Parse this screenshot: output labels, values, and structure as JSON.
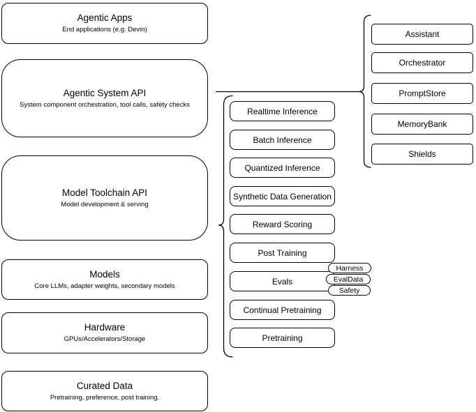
{
  "stack": {
    "items": [
      {
        "title": "Agentic Apps",
        "subtitle": "End applications (e.g. Devin)"
      },
      {
        "title": "Agentic System API",
        "subtitle": "System component orchestration, tool calls, safety checks"
      },
      {
        "title": "Model Toolchain API",
        "subtitle": "Model development & serving"
      },
      {
        "title": "Models",
        "subtitle": "Core LLMs, adapter weights, secondary models"
      },
      {
        "title": "Hardware",
        "subtitle": "GPUs/Accelerators/Storage"
      },
      {
        "title": "Curated Data",
        "subtitle": "Pretraining, preference, post training."
      }
    ]
  },
  "toolchain": {
    "items": [
      {
        "label": "Realtime Inference"
      },
      {
        "label": "Batch Inference"
      },
      {
        "label": "Quantized Inference"
      },
      {
        "label": "Synthetic Data Generation"
      },
      {
        "label": "Reward Scoring"
      },
      {
        "label": "Post Training"
      },
      {
        "label": "Evals"
      },
      {
        "label": "Continual Pretraining"
      },
      {
        "label": "Pretraining"
      }
    ]
  },
  "system": {
    "items": [
      {
        "label": "Assistant"
      },
      {
        "label": "Orchestrator"
      },
      {
        "label": "PromptStore"
      },
      {
        "label": "MemoryBank"
      },
      {
        "label": "Shields"
      }
    ]
  },
  "evals": {
    "pills": [
      {
        "label": "Harness"
      },
      {
        "label": "EvalData"
      },
      {
        "label": "Safety"
      }
    ]
  },
  "colors": {
    "line": "#000000",
    "fill": "#ffffff",
    "text": "#000000"
  }
}
